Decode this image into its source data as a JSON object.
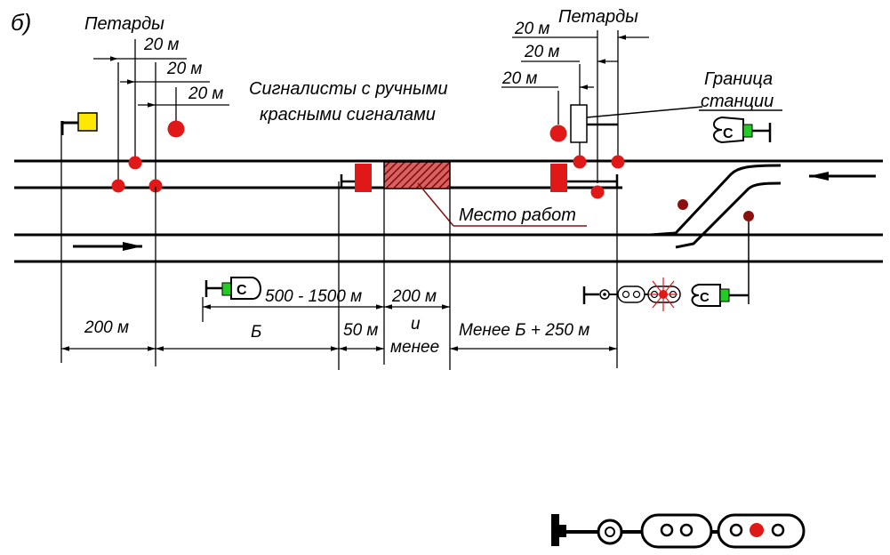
{
  "diagram": {
    "subfigure": "б)",
    "labels": {
      "petardy_left": "Петарды",
      "petardy_right": "Петарды",
      "signalmen_line1": "Сигналисты с ручными",
      "signalmen_line2": "красными сигналами",
      "station_border_line1": "Граница",
      "station_border_line2": "станции",
      "work_site": "Место работ"
    },
    "dimensions": {
      "d20_a": "20 м",
      "d20_b": "20 м",
      "d20_c": "20 м",
      "d20_r1": "20 м",
      "d20_r2": "20 м",
      "d20_r3": "20 м",
      "d200_left": "200 м",
      "b": "Б",
      "range": "500 - 1500 м",
      "d50": "50 м",
      "d200_work": "200 м",
      "and_line1": "и",
      "and_line2": "менее",
      "less_b": "Менее Б + 250 м"
    },
    "sign_letters": {
      "c_left": "С",
      "c_right_top": "С",
      "c_right_bottom": "С"
    },
    "colors": {
      "stop_red": "#e01818",
      "dark_red": "#8a1010",
      "yellow": "#ffe800",
      "green": "#22cc22",
      "hatch": "#9a1010",
      "line": "#000000"
    }
  }
}
